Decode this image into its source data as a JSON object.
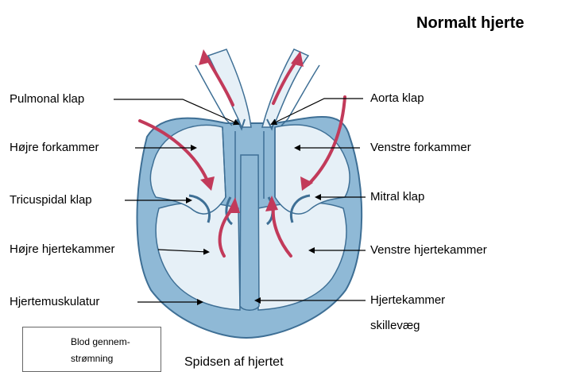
{
  "title": "Normalt hjerte",
  "labels": {
    "pulmonal_klap": "Pulmonal klap",
    "hojre_forkammer": "Højre forkammer",
    "tricuspidal_klap": "Tricuspidal klap",
    "hojre_hjertekammer": "Højre hjertekammer",
    "hjertemuskulatur": "Hjertemuskulatur",
    "aorta_klap": "Aorta klap",
    "venstre_forkammer": "Venstre forkammer",
    "mitral_klap": "Mitral klap",
    "venstre_hjertekammer": "Venstre hjertekammer",
    "hjertekammer_line1": "Hjertekammer",
    "hjertekammer_line2": "skillevæg",
    "spidsen": "Spidsen af hjertet"
  },
  "legend": {
    "line1": "Blod gennem-",
    "line2": "strømning"
  },
  "colors": {
    "arrow": "#c23a5a",
    "muscle": "#8fb9d6",
    "chamber": "#e6f0f7",
    "outline": "#3e6f95"
  }
}
